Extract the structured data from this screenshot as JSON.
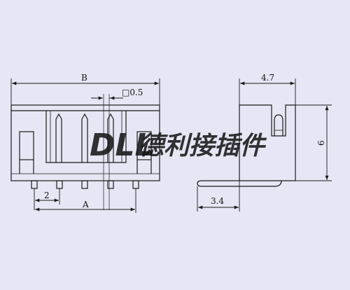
{
  "colors": {
    "background": "#e6e6f4",
    "line": "#1a1a1a",
    "watermark": "#c4c4d2"
  },
  "front_view": {
    "dim_b_label": "B",
    "dim_square_label": "□0.5",
    "dim_pitch_label": "2",
    "dim_a_label": "A"
  },
  "side_view": {
    "dim_width_label": "4.7",
    "dim_height_label": "6",
    "dim_tail_label": "3.4"
  },
  "watermark": {
    "latin": "DLL",
    "chinese": "德利接插件"
  }
}
